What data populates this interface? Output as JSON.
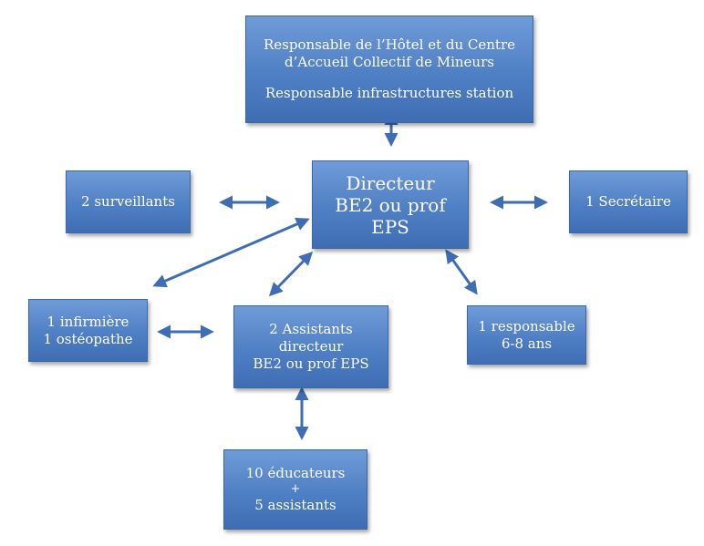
{
  "boxes": {
    "top": {
      "line1": "Responsable de l’Hôtel et du Centre",
      "line2": "d’Accueil Collectif de Mineurs",
      "line3": "Responsable infrastructures station"
    },
    "directeur": {
      "line1": "Directeur",
      "line2": "BE2 ou prof",
      "line3": "EPS"
    },
    "surveillants": {
      "line1": "2 surveillants"
    },
    "secretaire": {
      "line1": "1 Secrétaire"
    },
    "infirmiere": {
      "line1": "1 infirmière",
      "line2": "1 ostéopathe"
    },
    "assistants": {
      "line1": "2  Assistants",
      "line2": "directeur",
      "line3": "BE2 ou prof EPS"
    },
    "responsable": {
      "line1": "1 responsable",
      "line2": "6-8 ans"
    },
    "educateurs": {
      "line1": "10  éducateurs",
      "line2": "+",
      "line3": "5 assistants"
    }
  },
  "colors": {
    "box_fill": "#4f7fc4",
    "arrow": "#3f6db3",
    "text": "#ffffff"
  }
}
